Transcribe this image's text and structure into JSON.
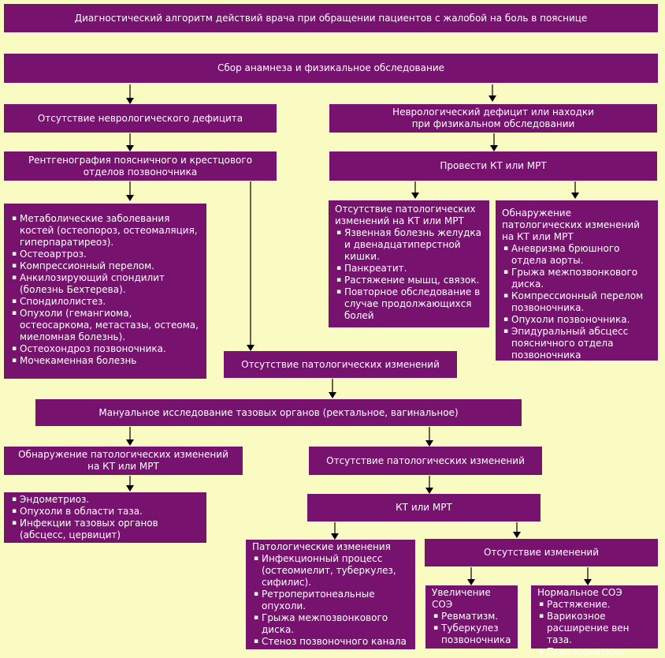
{
  "title": "Диагностический алгоритм действий врача при обращении пациентов с жалобой на боль в пояснице",
  "step_history": "Сбор анамнеза и физикальное обследование",
  "no_neuro_deficit": "Отсутствие    неврологического дефицита",
  "neuro_deficit": "Неврологический    дефицит или находки при физикальном обследовании",
  "xray": "Рентгенография поясничного и крестцового отделов позвоночника",
  "ct_mri_1": "Провести КТ или МРТ",
  "xray_findings": [
    "Метаболические заболевания костей (остеопороз, остеомаляция, гиперпаратиреоз).",
    "Остеоартроз.",
    "Компрессионный перелом.",
    "Анкилозирующий спондилит (болезнь Бехтерева).",
    "Спондилолистез.",
    "Опухоли (гемангиома, остеосаркома, метастазы, остеома, миеломная болезнь).",
    "Остеохондроз позвоночника.",
    "Мочекаменная болезнь"
  ],
  "ct_negative": {
    "header": "Отсутствие патологических изменений на КТ или МРТ",
    "items": [
      "Язвенная болезнь желудка и двенадцатиперстной кишки.",
      "Панкреатит.",
      "Растяжение мышц, связок.",
      "Повторное обследование в случае продолжающихся болей"
    ]
  },
  "ct_positive": {
    "header": "Обнаружение патологических изменений на КТ или МРТ",
    "items": [
      "Аневризма брюшного отдела аорты.",
      "Грыжа межпозвонкового диска.",
      "Компрессионный перелом позвоночника.",
      "Опухоли позвоночника.",
      "Эпидуральный абсцесс поясничного отдела позвоночника"
    ]
  },
  "no_changes_1": "Отсутствие патологических изменений",
  "pelvic_exam": "Мануальное исследование тазовых органов (ректальное, вагинальное)",
  "pelvic_positive": "Обнаружение патологических изменений на КТ или МРТ",
  "no_changes_2": "Отсутствие патологических изменений",
  "pelvic_findings": [
    "Эндометриоз.",
    "Опухоли в области таза.",
    "Инфекции тазовых органов (абсцесс, цервицит)"
  ],
  "ct_mri_2": "КТ или МРТ",
  "pathology": {
    "header": "Патологические изменения",
    "items": [
      "Инфекционный процесс (остеомиелит, туберкулез, сифилис).",
      "Ретроперитонеальные опухоли.",
      "Грыжа межпозвонкового диска.",
      "Стеноз позвоночного канала"
    ]
  },
  "no_changes_3": "Отсутствие изменений",
  "esr_up": {
    "header": "Увеличение СОЭ",
    "items": [
      "Ревматизм.",
      "Туберкулез позвоночника"
    ]
  },
  "esr_normal": {
    "header": "Нормальное  СОЭ",
    "items": [
      "Растяжение.",
      "Варикозное расширение вен таза.",
      "Психосоматика"
    ]
  },
  "colors": {
    "background": "#fafac3",
    "box": "#77136f",
    "text": "#ffffff",
    "arrow": "#000000"
  }
}
